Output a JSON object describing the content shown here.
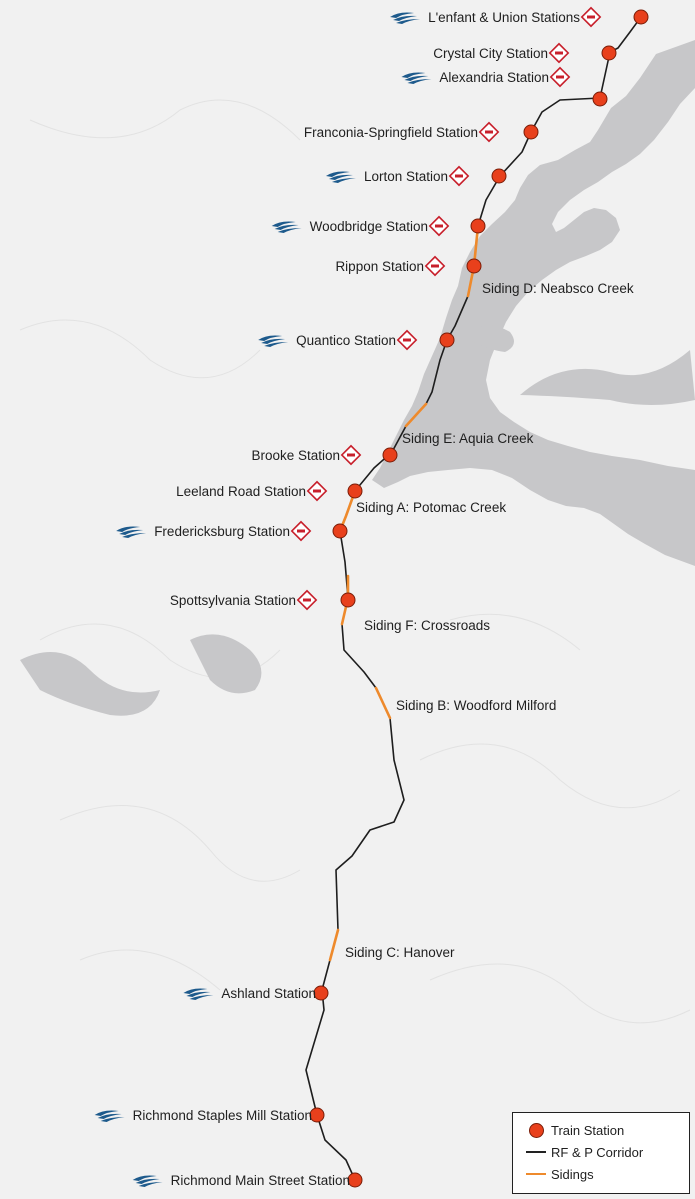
{
  "colors": {
    "station": "#e8401c",
    "corridor": "#1e1e1e",
    "siding": "#ee8a2c",
    "water": "#c7c7c9",
    "amtrak": "#1d5a8c",
    "vre": "#c8202c"
  },
  "stations": [
    {
      "id": "lenfant",
      "label": "L'enfant & Union Stations",
      "amtrak": true,
      "vre": true
    },
    {
      "id": "crystal-city",
      "label": "Crystal City Station",
      "amtrak": false,
      "vre": true
    },
    {
      "id": "alexandria",
      "label": "Alexandria Station",
      "amtrak": true,
      "vre": true
    },
    {
      "id": "franconia",
      "label": "Franconia-Springfield Station",
      "amtrak": false,
      "vre": true
    },
    {
      "id": "lorton",
      "label": "Lorton Station",
      "amtrak": true,
      "vre": true
    },
    {
      "id": "woodbridge",
      "label": "Woodbridge Station",
      "amtrak": true,
      "vre": true
    },
    {
      "id": "rippon",
      "label": "Rippon Station",
      "amtrak": false,
      "vre": true
    },
    {
      "id": "quantico",
      "label": "Quantico Station",
      "amtrak": true,
      "vre": true
    },
    {
      "id": "brooke",
      "label": "Brooke Station",
      "amtrak": false,
      "vre": true
    },
    {
      "id": "leeland",
      "label": "Leeland Road Station",
      "amtrak": false,
      "vre": true
    },
    {
      "id": "fredericksburg",
      "label": "Fredericksburg Station",
      "amtrak": true,
      "vre": true
    },
    {
      "id": "spotsylvania",
      "label": "Spottsylvania Station",
      "amtrak": false,
      "vre": true
    },
    {
      "id": "ashland",
      "label": "Ashland Station",
      "amtrak": true,
      "vre": false
    },
    {
      "id": "staples-mill",
      "label": "Richmond Staples Mill Station",
      "amtrak": true,
      "vre": false
    },
    {
      "id": "main-street",
      "label": "Richmond Main Street Station",
      "amtrak": true,
      "vre": false
    }
  ],
  "sidings": [
    {
      "id": "a",
      "label": "Siding A: Potomac Creek"
    },
    {
      "id": "b",
      "label": "Siding B: Woodford Milford"
    },
    {
      "id": "c",
      "label": "Siding C: Hanover"
    },
    {
      "id": "d",
      "label": "Siding D: Neabsco Creek"
    },
    {
      "id": "e",
      "label": "Siding E: Aquia Creek"
    },
    {
      "id": "f",
      "label": "Siding F: Crossroads"
    }
  ],
  "legend": {
    "train_station": "Train Station",
    "corridor": "RF & P Corridor",
    "sidings": "Sidings"
  }
}
